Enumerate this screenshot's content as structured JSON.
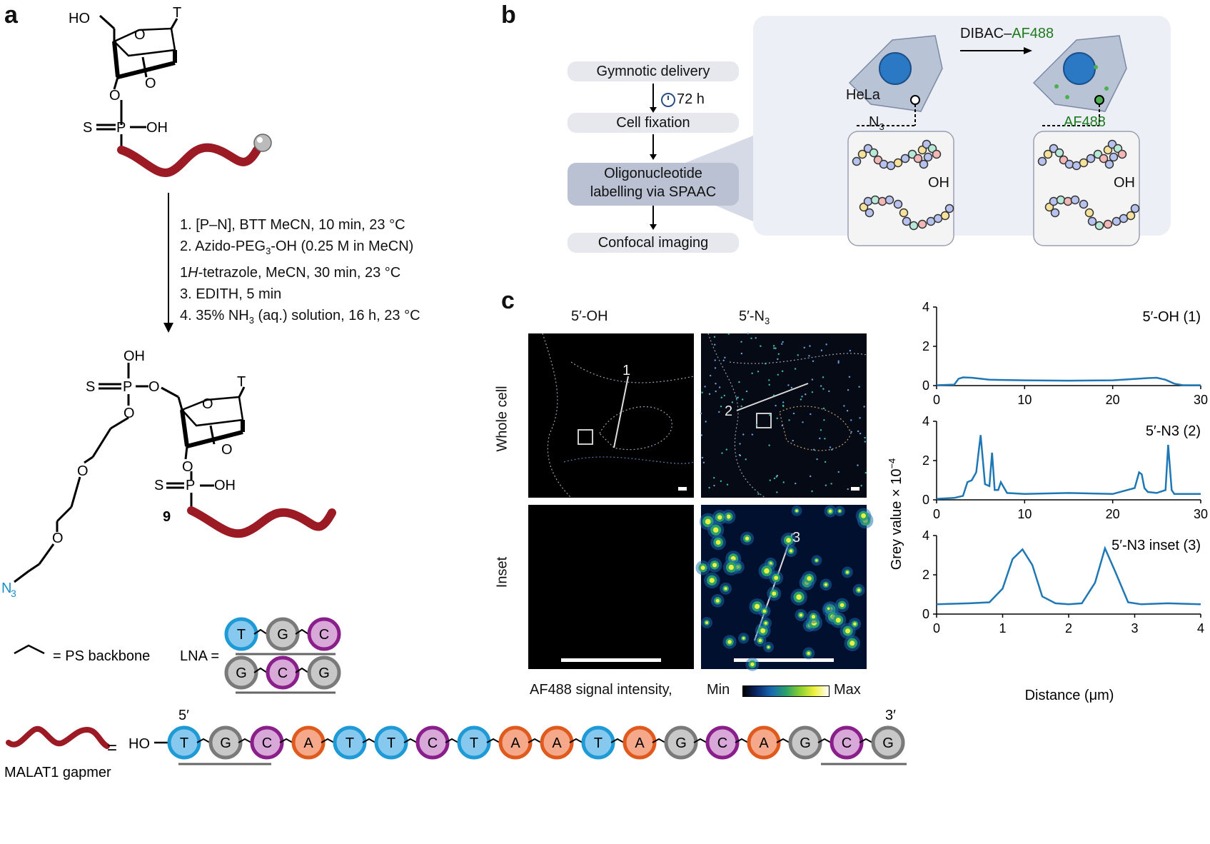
{
  "panels": {
    "a": "a",
    "b": "b",
    "c": "c"
  },
  "panel_a": {
    "mol1": {
      "HO": "HO",
      "T": "T",
      "O1": "O",
      "O2": "O",
      "O3": "O",
      "S": "S",
      "P": "P",
      "OH": "OH"
    },
    "conditions": [
      "1. [P–N], BTT MeCN, 10 min, 23 °C",
      "2. Azido-PEG",
      "3",
      "-OH (0.25 M in MeCN)",
      "1",
      "H",
      "-tetrazole, MeCN, 30 min, 23 °C",
      "3. EDITH, 5 min",
      "4. 35% NH",
      "3",
      " (aq.) solution, 16 h, 23 °C"
    ],
    "mol2": {
      "OH": "OH",
      "S": "S",
      "P": "P",
      "O": "O",
      "T": "T",
      "OH2": "OH",
      "compound": "9",
      "N": "N",
      "N_sub": "3"
    },
    "legend": {
      "ps": "= PS backbone",
      "lna": "LNA =",
      "lna_row1": [
        "T",
        "G",
        "C"
      ],
      "lna_row2": [
        "G",
        "C",
        "G"
      ]
    },
    "gapmer": {
      "label": "MALAT1 gapmer",
      "eq": "=",
      "ho": "HO",
      "five": "5′",
      "three": "3′",
      "sequence": [
        "T",
        "G",
        "C",
        "A",
        "T",
        "T",
        "C",
        "T",
        "A",
        "A",
        "T",
        "A",
        "G",
        "C",
        "A",
        "G",
        "C",
        "G"
      ]
    }
  },
  "panel_b": {
    "steps": [
      "Gymnotic delivery",
      "Cell fixation",
      "Oligonucleotide",
      "labelling via SPAAC",
      "Confocal imaging"
    ],
    "time": "72 h",
    "reagent_a": "DIBAC–",
    "reagent_b": "AF488",
    "cell": "HeLa",
    "n3": "N",
    "n3_sub": "3",
    "oh": "OH",
    "af488": "AF488",
    "oh2": "OH"
  },
  "panel_c": {
    "col_headers": [
      "5′-OH",
      "5′-N",
      "3"
    ],
    "row_headers": [
      "Whole cell",
      "Inset"
    ],
    "line_labels": [
      "1",
      "2",
      "3"
    ],
    "colorbar": {
      "label": "AF488 signal intensity,",
      "min": "Min",
      "max": "Max"
    },
    "ylabel": "Grey value × 10",
    "ylabel_exp": "−4",
    "xlabel": "Distance (μm)"
  },
  "chart_data": [
    {
      "type": "line",
      "title": "5′-OH (1)",
      "ylim": [
        0,
        4
      ],
      "xlim": [
        0,
        30
      ],
      "xticks": [
        "0",
        "10",
        "20",
        "30"
      ],
      "yticks": [
        "0",
        "2",
        "4"
      ],
      "x": [
        0,
        2,
        2.5,
        3,
        4,
        6,
        10,
        15,
        20,
        24,
        25,
        26,
        27,
        28,
        30
      ],
      "y": [
        0.02,
        0.05,
        0.35,
        0.42,
        0.4,
        0.3,
        0.27,
        0.25,
        0.27,
        0.38,
        0.4,
        0.3,
        0.1,
        0.02,
        0.02
      ]
    },
    {
      "type": "line",
      "title": "5′-N3 (2)",
      "ylim": [
        0,
        4
      ],
      "xlim": [
        0,
        30
      ],
      "xticks": [
        "0",
        "10",
        "20",
        "30"
      ],
      "yticks": [
        "0",
        "2",
        "4"
      ],
      "x": [
        0,
        2,
        3,
        3.5,
        4,
        4.5,
        5,
        5.5,
        6,
        6.3,
        6.6,
        7,
        7.3,
        8,
        10,
        15,
        20,
        22.5,
        23,
        23.3,
        23.6,
        24,
        25,
        26,
        26.3,
        26.7,
        27,
        28,
        30
      ],
      "y": [
        0.05,
        0.1,
        0.2,
        0.9,
        1.0,
        1.4,
        3.3,
        0.8,
        0.7,
        2.4,
        0.5,
        0.5,
        0.9,
        0.35,
        0.3,
        0.35,
        0.3,
        0.6,
        1.4,
        1.3,
        0.6,
        0.4,
        0.35,
        0.5,
        2.8,
        0.5,
        0.3,
        0.3,
        0.3
      ]
    },
    {
      "type": "line",
      "title": "5′-N3 inset (3)",
      "ylim": [
        0,
        4
      ],
      "xlim": [
        0,
        4
      ],
      "xticks": [
        "0",
        "1",
        "2",
        "3",
        "4"
      ],
      "yticks": [
        "0",
        "2",
        "4"
      ],
      "x": [
        0,
        0.5,
        0.8,
        1.0,
        1.15,
        1.3,
        1.45,
        1.6,
        1.8,
        2.0,
        2.2,
        2.4,
        2.55,
        2.7,
        2.9,
        3.1,
        3.5,
        4
      ],
      "y": [
        0.5,
        0.55,
        0.6,
        1.3,
        2.8,
        3.3,
        2.5,
        0.9,
        0.55,
        0.5,
        0.55,
        1.6,
        3.35,
        2.2,
        0.6,
        0.5,
        0.55,
        0.5
      ]
    }
  ],
  "colors": {
    "lna_blue": "#87c9ee",
    "lna_blue_ring": "#1e9ad6",
    "grey": "#c8c8c8",
    "grey_ring": "#7a7a7a",
    "purple": "#d8a8d8",
    "purple_ring": "#8a1e8a",
    "orange": "#f6a98a",
    "orange_ring": "#e05a1e",
    "dna_red": "#9b1a24",
    "azide_blue": "#1b8fc7",
    "af488_green": "#1f7a1f",
    "line_blue": "#1f77b4"
  }
}
